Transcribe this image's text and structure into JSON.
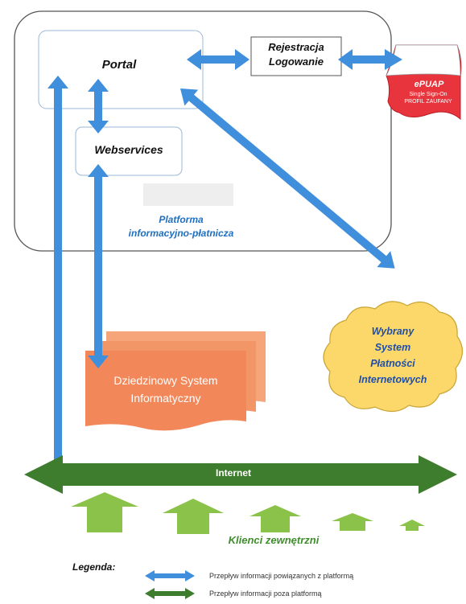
{
  "nodes": {
    "portal": "Portal",
    "rejestracja_line1": "Rejestracja",
    "rejestracja_line2": "Logowanie",
    "epuap": "ePUAP",
    "epuap_sub1": "Single Sign-On",
    "epuap_sub2": "PROFIL ZAUFANY",
    "webservices": "Webservices",
    "platforma_line1": "Platforma",
    "platforma_line2": "informacyjno-płatnicza",
    "dziedzinowy_line1": "Dziedzinowy System",
    "dziedzinowy_line2": "Informatyczny",
    "wybrany_line1": "Wybrany",
    "wybrany_line2": "System",
    "wybrany_line3": "Płatności",
    "wybrany_line4": "Internetowych",
    "internet": "Internet",
    "klienci": "Klienci zewnętrzni"
  },
  "legend": {
    "title": "Legenda:",
    "item_blue": "Przepływ informacji powiązanych z platformą",
    "item_green": "Przepływ informacji poza  platformą"
  },
  "colors": {
    "blue_arrow": "#3f8fdc",
    "green_arrow": "#3f7d2e",
    "client_arrow": "#8bc34a",
    "dziedzinowy": "#f2885a",
    "cloud": "#fcd86a",
    "epuap_flag": "#e8343c"
  }
}
